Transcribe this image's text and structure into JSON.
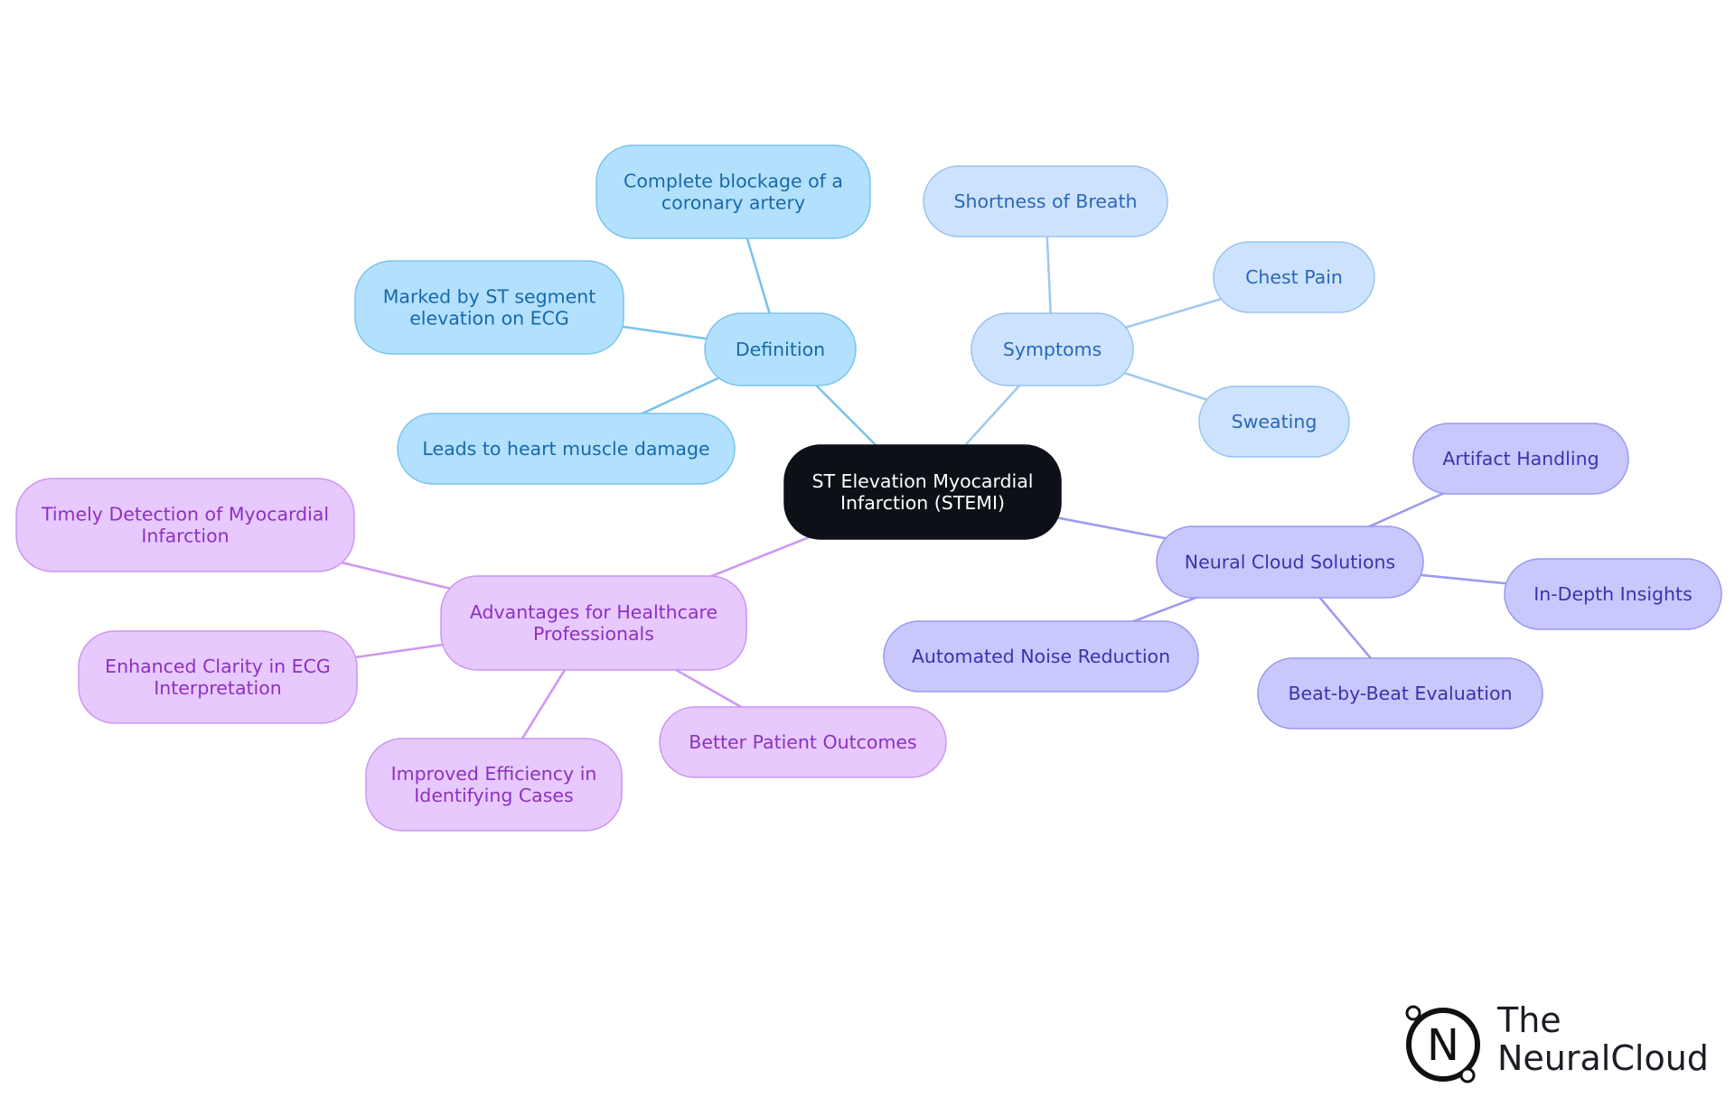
{
  "diagram": {
    "root": {
      "label": [
        "ST Elevation Myocardial",
        "Infarction (STEMI)"
      ]
    },
    "branches": [
      {
        "id": "definition",
        "label": [
          "Definition"
        ],
        "colors": {
          "fill": "#b3e0fd",
          "stroke": "#7ac4ee",
          "text": "#1769aa",
          "edge": "#7dc3ea"
        },
        "children": [
          {
            "label": [
              "Complete blockage of a",
              "coronary artery"
            ]
          },
          {
            "label": [
              "Marked by ST segment",
              "elevation on ECG"
            ]
          },
          {
            "label": [
              "Leads to heart muscle damage"
            ]
          }
        ]
      },
      {
        "id": "symptoms",
        "label": [
          "Symptoms"
        ],
        "colors": {
          "fill": "#cde3fd",
          "stroke": "#98c3f0",
          "text": "#2a67b9",
          "edge": "#a2c9f0"
        },
        "children": [
          {
            "label": [
              "Shortness of Breath"
            ]
          },
          {
            "label": [
              "Chest Pain"
            ]
          },
          {
            "label": [
              "Sweating"
            ]
          }
        ]
      },
      {
        "id": "neural-cloud",
        "label": [
          "Neural Cloud Solutions"
        ],
        "colors": {
          "fill": "#c9c8fd",
          "stroke": "#9a97ee",
          "text": "#3a33ad",
          "edge": "#9d9bef"
        },
        "children": [
          {
            "label": [
              "Artifact Handling"
            ]
          },
          {
            "label": [
              "In-Depth Insights"
            ]
          },
          {
            "label": [
              "Beat-by-Beat Evaluation"
            ]
          },
          {
            "label": [
              "Automated Noise Reduction"
            ]
          }
        ]
      },
      {
        "id": "advantages",
        "label": [
          "Advantages for Healthcare",
          "Professionals"
        ],
        "colors": {
          "fill": "#e7c9fd",
          "stroke": "#cc96f0",
          "text": "#8d31c0",
          "edge": "#cf98ef"
        },
        "children": [
          {
            "label": [
              "Timely Detection of Myocardial",
              "Infarction"
            ]
          },
          {
            "label": [
              "Enhanced Clarity in ECG",
              "Interpretation"
            ]
          },
          {
            "label": [
              "Improved Efficiency in",
              "Identifying Cases"
            ]
          },
          {
            "label": [
              "Better Patient Outcomes"
            ]
          }
        ]
      }
    ]
  },
  "logo": {
    "line1": "The",
    "line2": "NeuralCloud",
    "mark": "N"
  }
}
